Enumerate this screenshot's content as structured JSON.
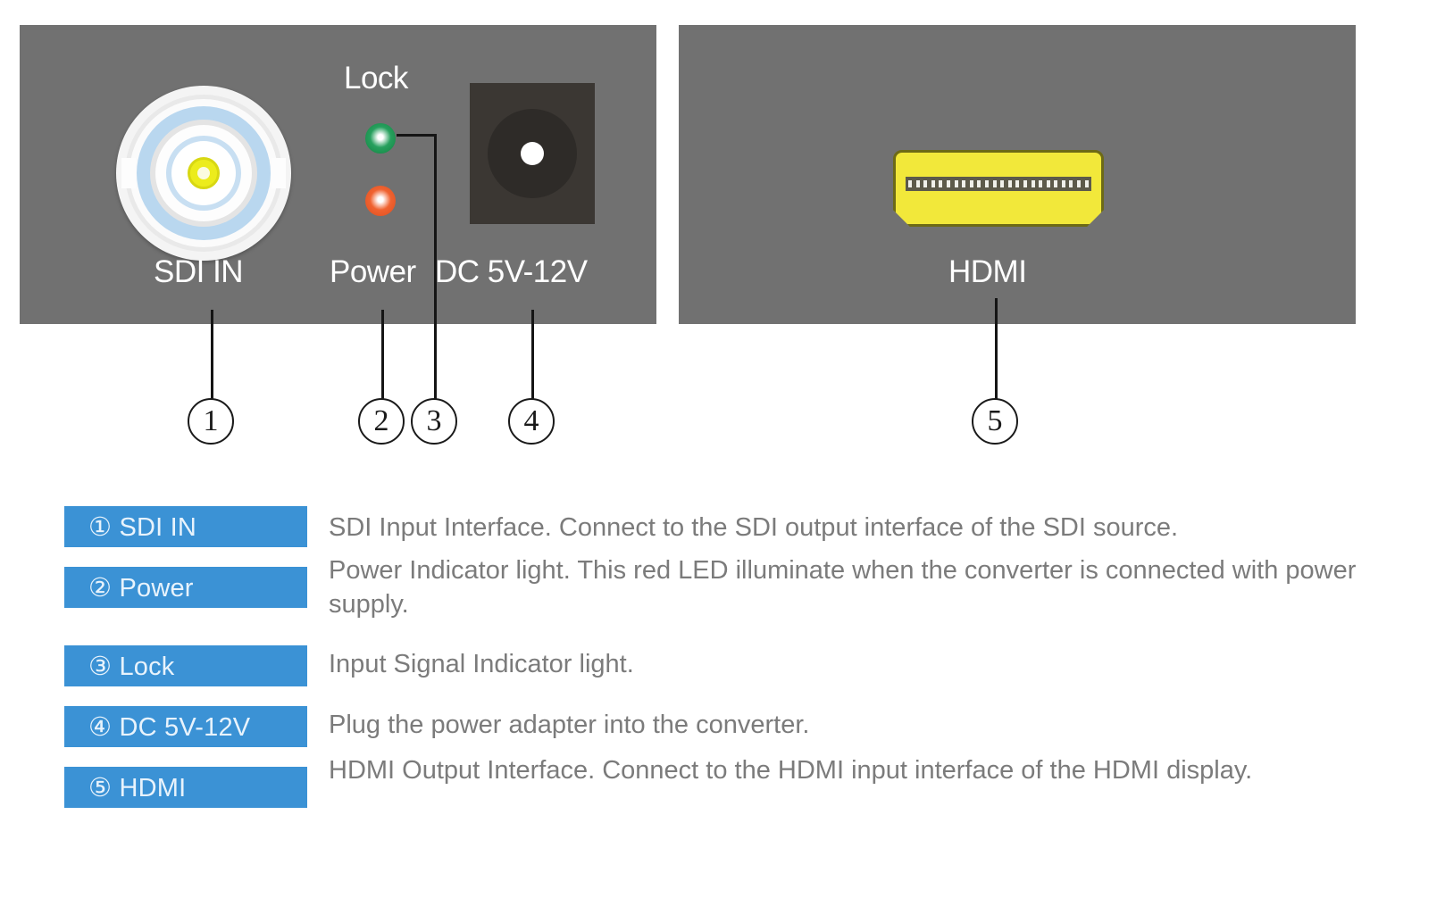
{
  "device": {
    "front_panel": {
      "name": "front-panel",
      "labels": {
        "sdi_in": "SDI IN",
        "power": "Power",
        "dc": "DC 5V-12V",
        "lock": "Lock"
      },
      "leds": [
        {
          "name": "lock-led",
          "color": "#27a05e",
          "state": "green"
        },
        {
          "name": "power-led",
          "color": "#f06331",
          "state": "red"
        }
      ],
      "panel_color": "#717171"
    },
    "back_panel": {
      "name": "back-panel",
      "labels": {
        "hdmi": "HDMI"
      },
      "connector_color": "#f2e83a",
      "panel_color": "#717171"
    },
    "hdmi_pin_count": 24
  },
  "callouts": [
    {
      "number": "1",
      "target": "SDI IN"
    },
    {
      "number": "2",
      "target": "Power"
    },
    {
      "number": "3",
      "target": "Lock"
    },
    {
      "number": "4",
      "target": "DC 5V-12V"
    },
    {
      "number": "5",
      "target": "HDMI"
    }
  ],
  "legend": {
    "accent_color": "#3b92d5",
    "rows": [
      {
        "chip": "① SDI IN",
        "description": "SDI Input Interface. Connect to the SDI output interface of the SDI source."
      },
      {
        "chip": "② Power",
        "description": "Power Indicator light. This red LED illuminate when the converter is connected with power supply."
      },
      {
        "chip": "③ Lock",
        "description": "Input Signal Indicator light."
      },
      {
        "chip": "④ DC 5V-12V",
        "description": "Plug the power adapter into the converter."
      },
      {
        "chip": "⑤ HDMI",
        "description": "HDMI Output Interface. Connect to the HDMI input interface of the HDMI display."
      }
    ]
  }
}
